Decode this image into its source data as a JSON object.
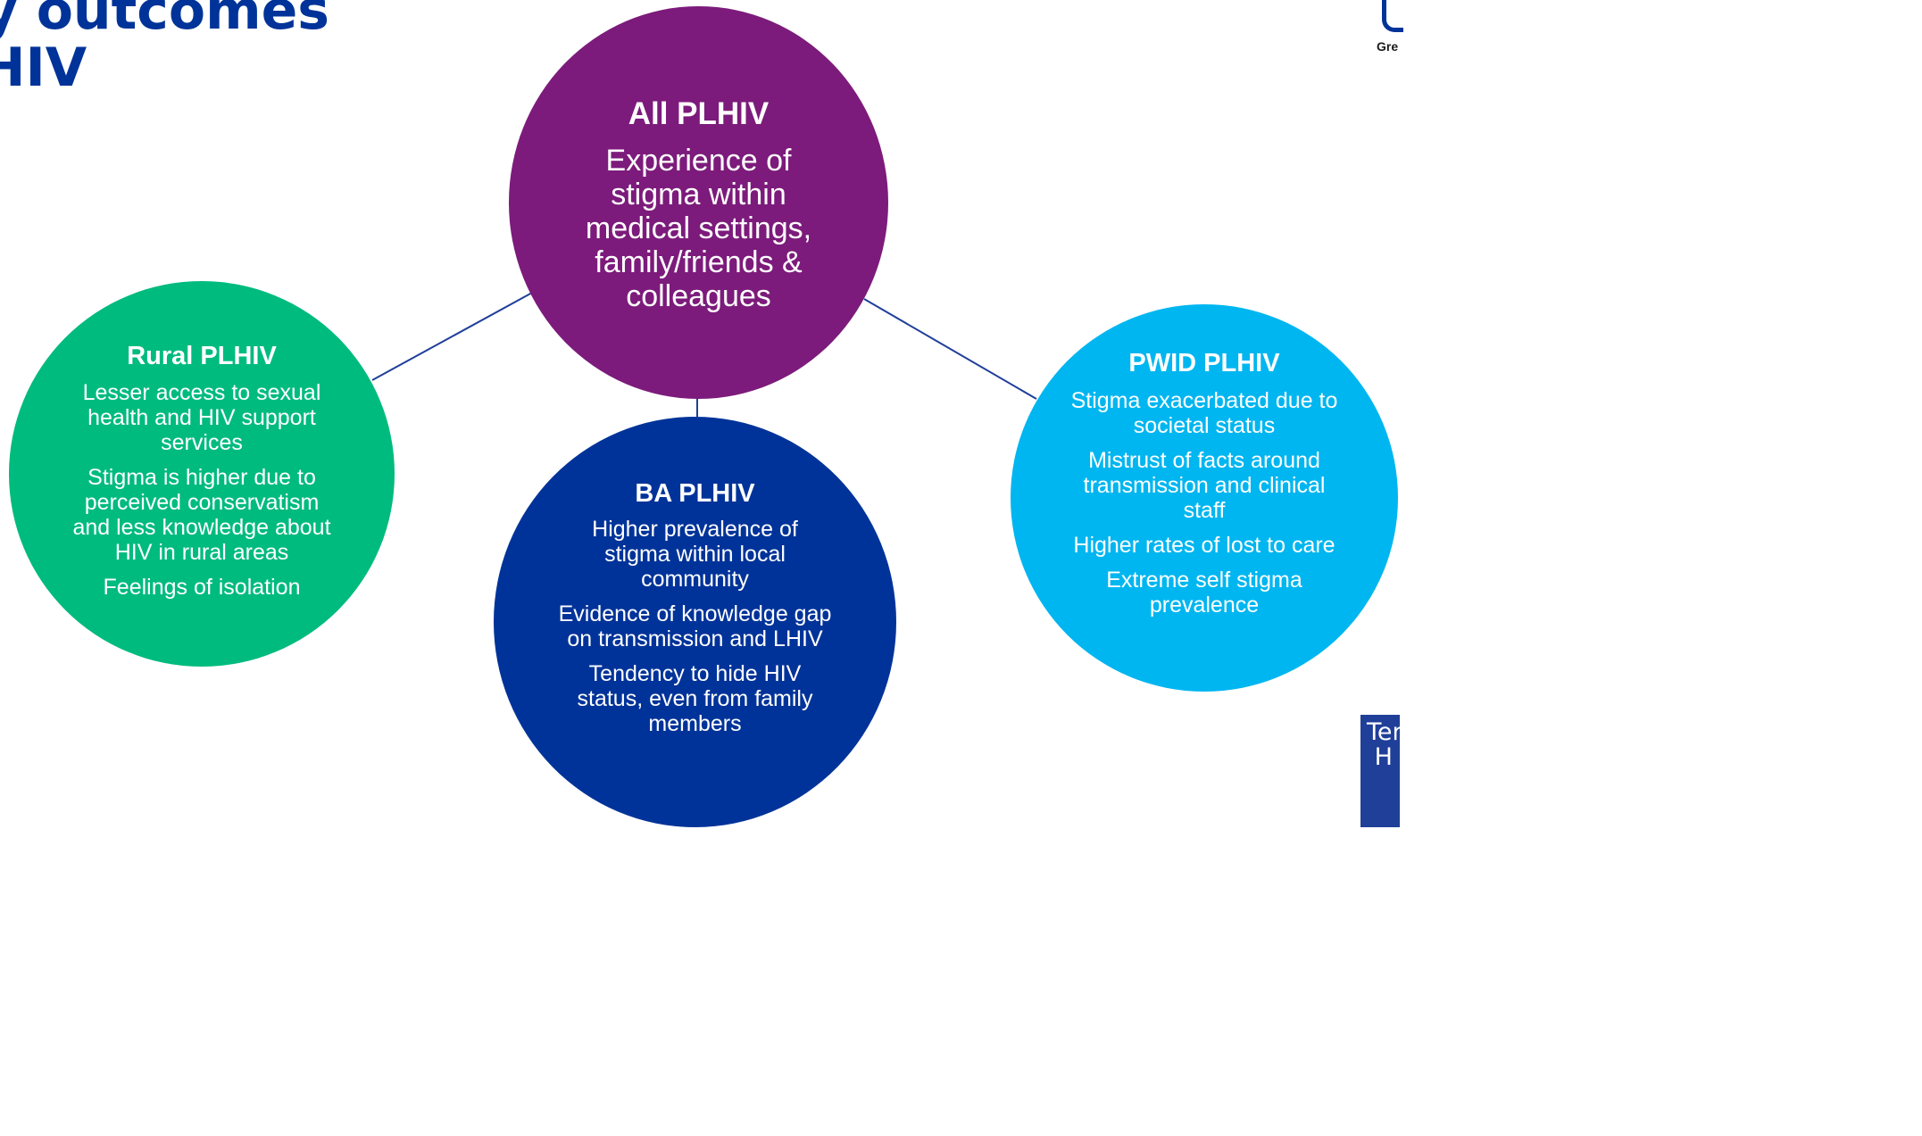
{
  "title": {
    "line1": "ey outcomes",
    "line2": "LHIV"
  },
  "nodes": {
    "all": {
      "heading": "All PLHIV",
      "body": "Experience of stigma within medical settings, family/friends & colleagues"
    },
    "rural": {
      "heading": "Rural PLHIV",
      "items": [
        "Lesser access to sexual health and HIV support services",
        "Stigma is higher due to perceived conservatism and less knowledge about HIV in rural areas",
        "Feelings of isolation"
      ]
    },
    "ba": {
      "heading": "BA PLHIV",
      "items": [
        "Higher prevalence of stigma within local community",
        "Evidence of knowledge gap on transmission and LHIV",
        "Tendency to hide HIV status, even from family members"
      ]
    },
    "pwid": {
      "heading": "PWID PLHIV",
      "items": [
        "Stigma exacerbated due to societal status",
        "Mistrust of facts around transmission and clinical staff",
        "Higher rates of lost to care",
        "Extreme self stigma prevalence"
      ]
    }
  },
  "logos": {
    "top_text": "Gre",
    "bottom_text": "Ter\n H"
  },
  "colors": {
    "title": "#003399",
    "all": "#7c1b7b",
    "rural": "#00bb7e",
    "ba": "#003399",
    "pwid": "#00b6f0",
    "connector": "#1f3f99"
  }
}
